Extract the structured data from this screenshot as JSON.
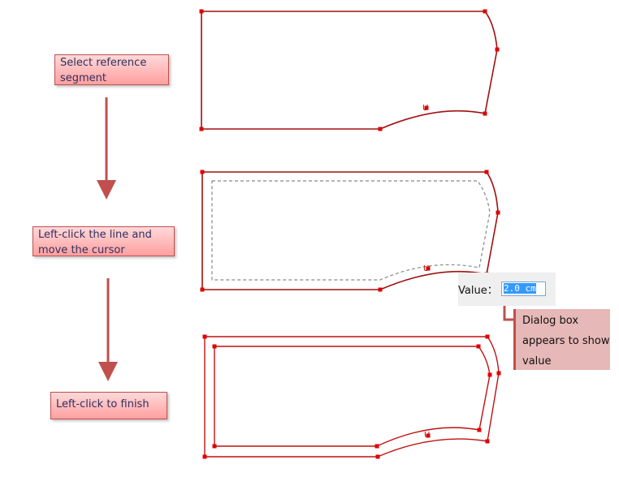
{
  "steps": [
    {
      "label": "Select reference segment"
    },
    {
      "label": "Left-click the line and move the cursor"
    },
    {
      "label": "Left-click to finish"
    }
  ],
  "dialog": {
    "label": "Value：",
    "value": "2.0 cm"
  },
  "callout": {
    "text": "Dialog box appears to show value"
  },
  "colors": {
    "pattern_line": "#b01010",
    "arrow": "#c0504d",
    "label_border": "#c0504d"
  }
}
